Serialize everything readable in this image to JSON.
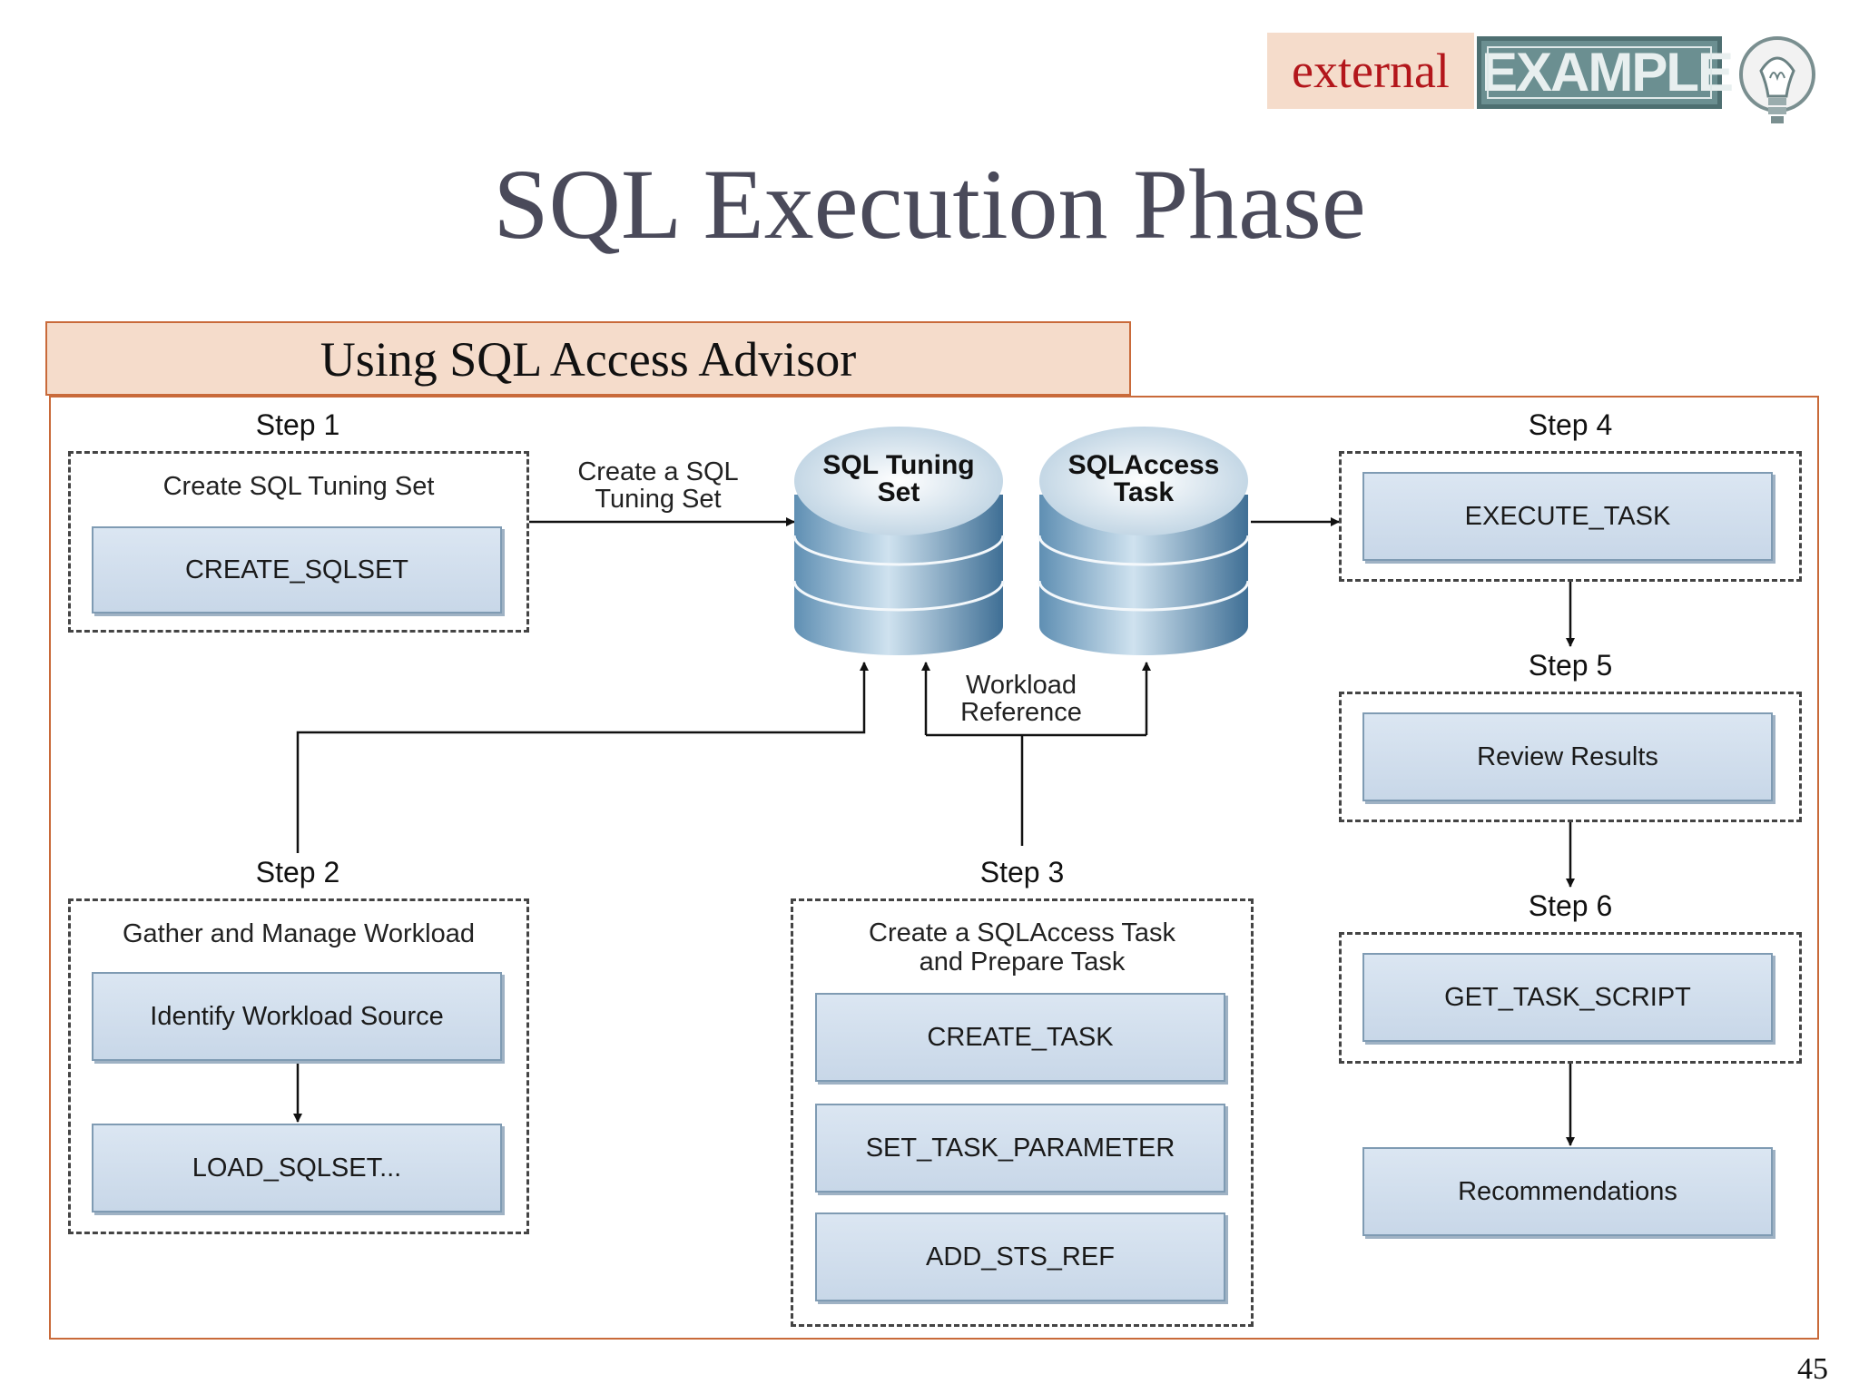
{
  "header": {
    "tag_external": "external",
    "badge_text": "EXAMPLE",
    "icon": "lightbulb-icon"
  },
  "title": "SQL Execution Phase",
  "section_header": "Using SQL Access Advisor",
  "diagram": {
    "step1": {
      "label": "Step 1",
      "title": "Create SQL Tuning Set",
      "box": "CREATE_SQLSET"
    },
    "arrow_create_sts": [
      "Create a SQL",
      "Tuning Set"
    ],
    "db_tuning_set": [
      "SQL Tuning",
      "Set"
    ],
    "db_access_task": [
      "SQLAccess",
      "Task"
    ],
    "workload_reference": [
      "Workload",
      "Reference"
    ],
    "step2": {
      "label": "Step 2",
      "title": "Gather and Manage Workload",
      "boxes": [
        "Identify Workload Source",
        "LOAD_SQLSET..."
      ]
    },
    "step3": {
      "label": "Step 3",
      "title": [
        "Create a SQLAccess Task",
        "and Prepare Task"
      ],
      "boxes": [
        "CREATE_TASK",
        "SET_TASK_PARAMETER",
        "ADD_STS_REF"
      ]
    },
    "step4": {
      "label": "Step 4",
      "box": "EXECUTE_TASK"
    },
    "step5": {
      "label": "Step 5",
      "box": "Review Results"
    },
    "step6": {
      "label": "Step 6",
      "box": "GET_TASK_SCRIPT"
    },
    "output": "Recommendations"
  },
  "page_number": "45",
  "colors": {
    "accent_border": "#c96a3a",
    "header_fill": "#f5dccb",
    "box_fill": "#d3e0ee",
    "db_fill": "#7fa9c8",
    "title_text": "#4a4a5a",
    "external_text": "#b3161b"
  }
}
